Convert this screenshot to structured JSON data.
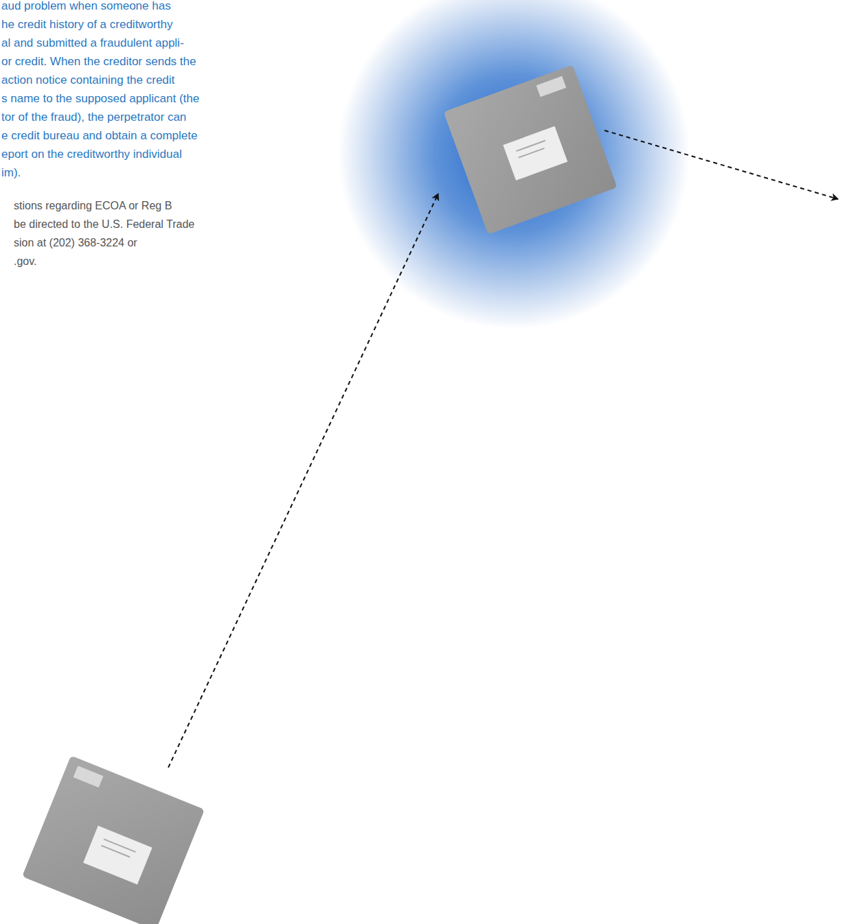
{
  "diagram": {
    "labels": [
      "aud problem when someone has",
      "he credit history of a creditworthy",
      "al and submitted a fraudulent appli-",
      "or credit. When the creditor sends the",
      "action notice containing the credit",
      "s name to the supposed applicant (the",
      "tor of the fraud), the perpetrator can",
      "e credit bureau and obtain a complete",
      "eport on the creditworthy individual",
      "im).",
      "stions regarding ECOA or Reg B",
      "be directed to the U.S. Federal Trade",
      "sion at (202) 368-3224 or",
      ".gov."
    ]
  }
}
